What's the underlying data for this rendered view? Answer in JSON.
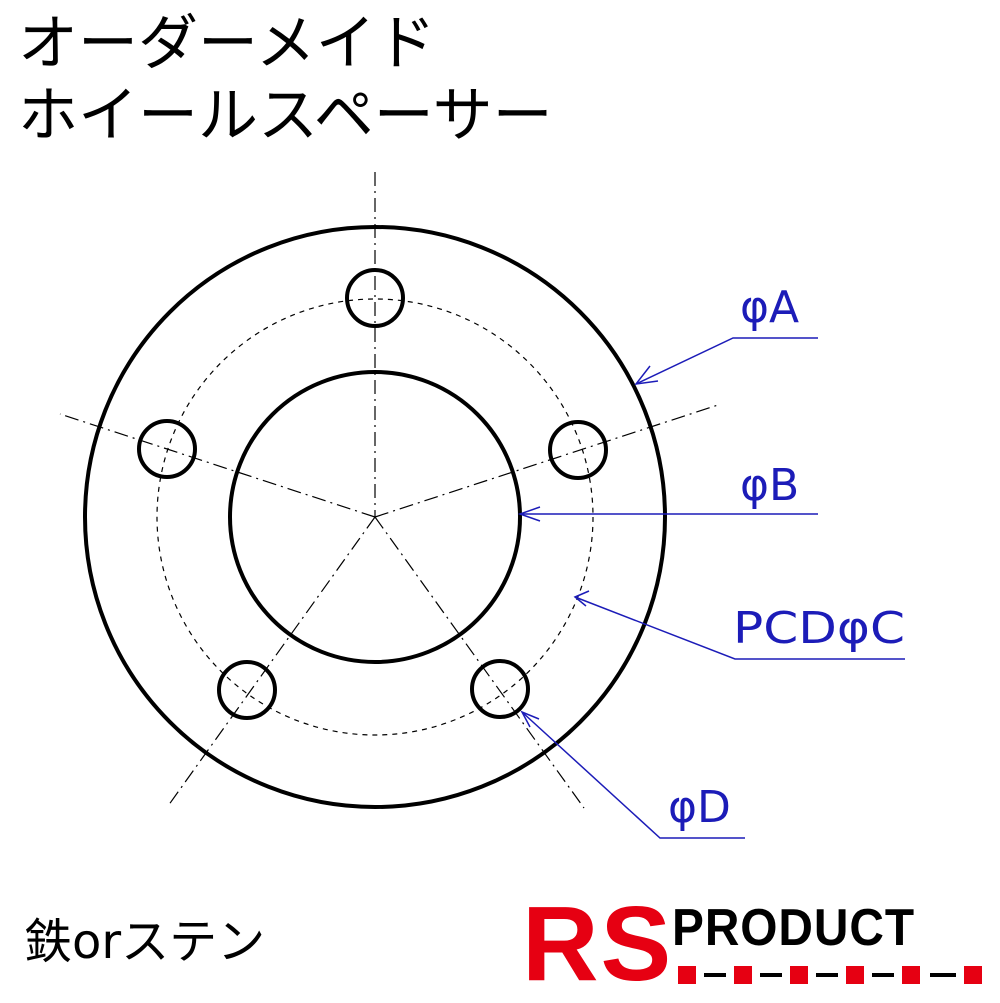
{
  "title": {
    "line1": "オーダーメイド",
    "line2": "ホイールスペーサー"
  },
  "dimensions": {
    "outer_diameter_label": "φA",
    "center_bore_label": "φB",
    "pcd_label": "PCDφC",
    "bolt_hole_label": "φD"
  },
  "material": "鉄orステン",
  "logo": {
    "rs": "RS",
    "product": "PRODUCT"
  },
  "colors": {
    "drawing_lines": "#000000",
    "dimension_lines": "#1c1cb8",
    "logo_red": "#e60012",
    "logo_black": "#000000"
  }
}
